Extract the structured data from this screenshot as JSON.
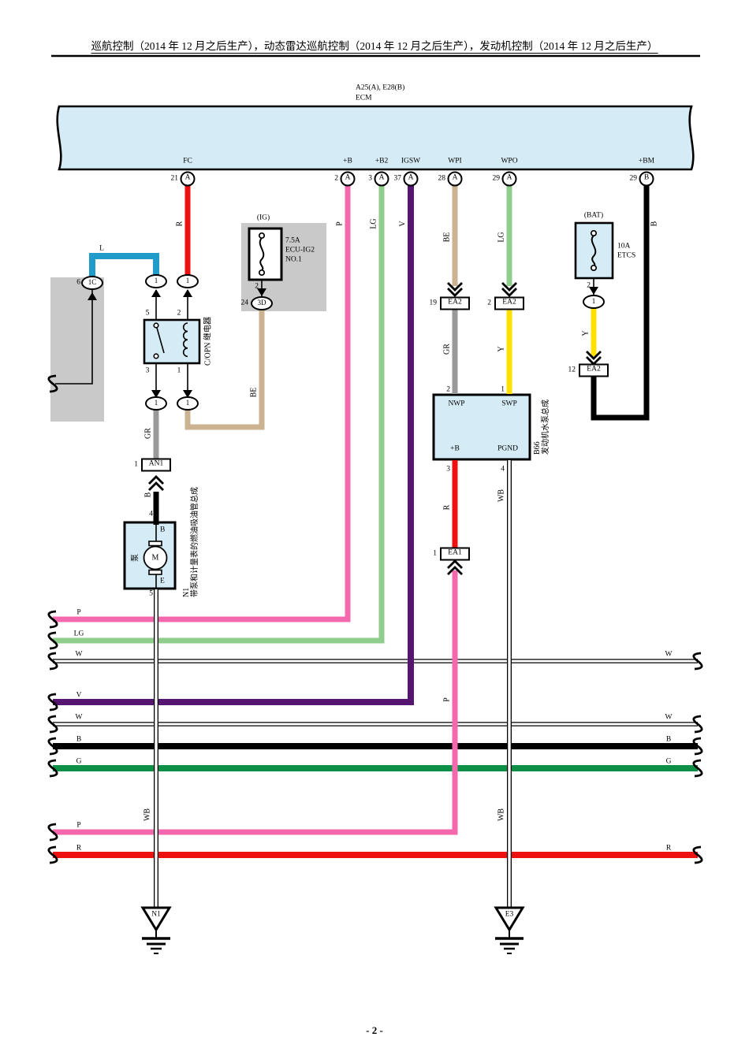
{
  "page": {
    "title": "巡航控制（2014 年 12 月之后生产），动态雷达巡航控制（2014 年 12 月之后生产），发动机控制（2014 年 12 月之后生产）",
    "page_number": "- 2 -"
  },
  "palette": {
    "component_fill": "#d5ecf6",
    "shield_fill": "#c9c9c9",
    "red": "#ee1111",
    "pink": "#f468ae",
    "light_green": "#8ecd8b",
    "purple": "#551570",
    "beige": "#cbb291",
    "gray": "#999999",
    "yellow": "#ffe000",
    "green": "#0d8f47",
    "blue": "#1f9cca",
    "black": "#000000",
    "white": "#ffffff"
  },
  "ecm": {
    "code": "A25(A), E28(B)",
    "name": "ECM",
    "pins": [
      {
        "label": "FC",
        "num": "21",
        "conn": "A"
      },
      {
        "label": "+B",
        "num": "2",
        "conn": "A"
      },
      {
        "label": "+B2",
        "num": "3",
        "conn": "A"
      },
      {
        "label": "IGSW",
        "num": "37",
        "conn": "A"
      },
      {
        "label": "WPI",
        "num": "28",
        "conn": "A"
      },
      {
        "label": "WPO",
        "num": "29",
        "conn": "A"
      },
      {
        "label": "+BM",
        "num": "29",
        "conn": "B"
      }
    ]
  },
  "relay": {
    "name": "C/OPN 继电器",
    "pin_tl": "5",
    "pin_tr": "2",
    "pin_bl": "3",
    "pin_br": "1"
  },
  "fuse_ig": {
    "bank": "(IG)",
    "rating": "7.5A",
    "line1": "ECU-IG2",
    "line2": "NO.1",
    "pin": "2"
  },
  "fuse_etcs": {
    "bank": "(BAT)",
    "rating": "10A",
    "name": "ETCS",
    "pin": "2"
  },
  "fuel_pump": {
    "code": "N1",
    "name": "带泵和计量表的燃油吸油管总成",
    "pump": "泵",
    "motor": "M",
    "term_b": "B",
    "term_e": "E",
    "pin_top": "4",
    "pin_bottom": "5"
  },
  "water_pump": {
    "code": "B66",
    "name": "发动机水泵总成",
    "t_nwp": "NWP",
    "t_swp": "SWP",
    "t_b": "+B",
    "t_pgnd": "PGND",
    "pin_nwp": "2",
    "pin_swp": "1",
    "pin_b": "3",
    "pin_pgnd": "4"
  },
  "connectors": {
    "c1c": {
      "num": "6",
      "label": "1C"
    },
    "relay_ovals": [
      "1",
      "1",
      "1",
      "1"
    ],
    "c3d": {
      "num": "24",
      "label": "3D"
    },
    "etcs_out": "1",
    "an1": {
      "num": "1",
      "label": "AN1"
    },
    "ea2_wpi": {
      "num": "19",
      "label": "EA2"
    },
    "ea2_wpo": {
      "num": "2",
      "label": "EA2"
    },
    "ea2_bm": {
      "num": "12",
      "label": "EA2"
    },
    "ea1": {
      "num": "1",
      "label": "EA1"
    }
  },
  "grounds": {
    "left": "N1",
    "right": "E3"
  },
  "wire_labels": {
    "l": "L",
    "fc": "R",
    "plus_b": "P",
    "plus_b2": "LG",
    "igsw": "V",
    "wpi": "BE",
    "wpo": "LG",
    "bm": "B",
    "ig_be": "BE",
    "gr_relay": "GR",
    "gr_nwp": "GR",
    "y_swp": "Y",
    "y_etcs": "Y",
    "b_pump": "B",
    "r_pump": "R",
    "wb_pgnd": "WB",
    "p_ea1": "P",
    "wb_left": "WB",
    "wb_right": "WB"
  },
  "bus_left": [
    "P",
    "LG",
    "W",
    "V",
    "W",
    "B",
    "G",
    "P",
    "R"
  ],
  "bus_right": [
    "W",
    "W",
    "B",
    "G",
    "R"
  ]
}
